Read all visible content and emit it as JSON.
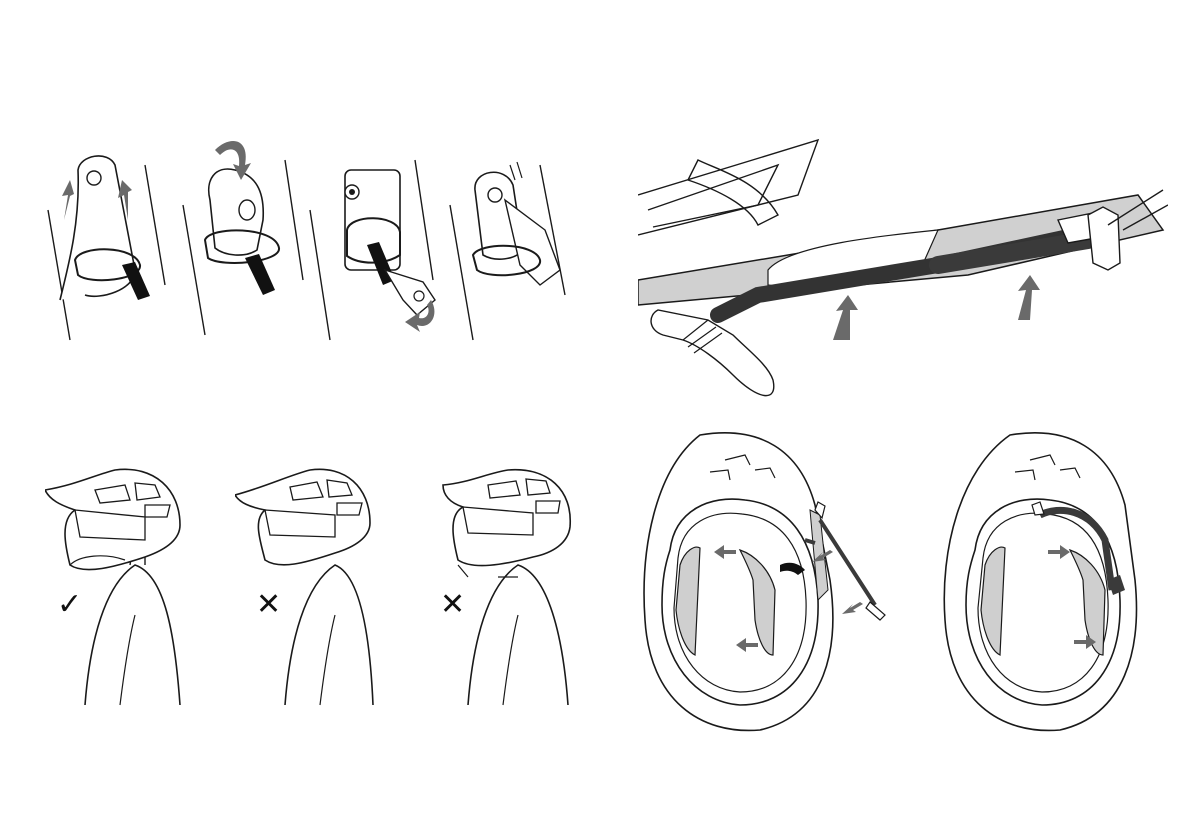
{
  "page": {
    "figures": [
      {
        "id": "strap-step-1",
        "icon": "buckle-strap-threading"
      },
      {
        "id": "strap-step-2",
        "icon": "buckle-fold-rotate"
      },
      {
        "id": "strap-step-3",
        "icon": "buckle-snap-press"
      },
      {
        "id": "strap-step-4",
        "icon": "buckle-secured"
      },
      {
        "id": "hydration-tube-route",
        "icon": "hydration-tube"
      },
      {
        "id": "fit-correct",
        "icon": "helmet-fit-level"
      },
      {
        "id": "fit-wrong-tilted-back",
        "icon": "helmet-fit-back"
      },
      {
        "id": "fit-wrong-tilted-forward",
        "icon": "helmet-fit-forward"
      },
      {
        "id": "liner-remove",
        "icon": "helmet-underside-remove"
      },
      {
        "id": "liner-install",
        "icon": "helmet-underside-install"
      }
    ],
    "marks": {
      "correct": "✓",
      "wrong": "✕"
    },
    "colors": {
      "line": "#1a1a1a",
      "gray_fill": "#c9c9c9",
      "dark_fill": "#3a3a3a",
      "arrow": "#6a6a6a"
    }
  }
}
